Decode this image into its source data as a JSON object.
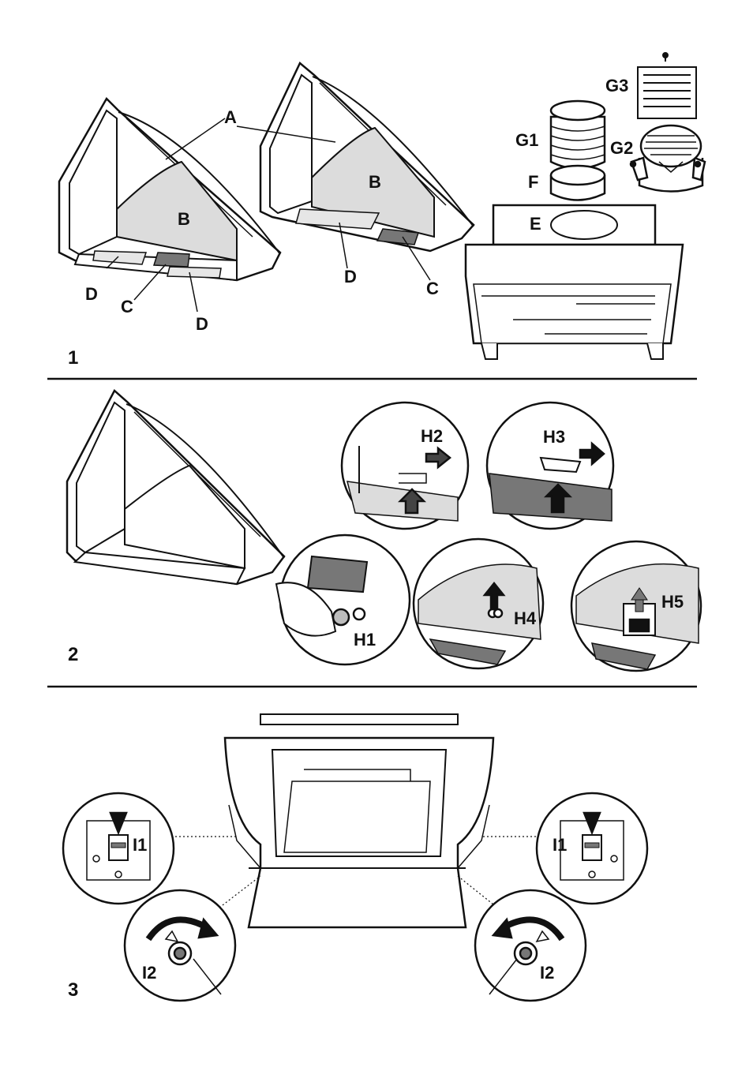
{
  "panels": [
    {
      "number": "1",
      "labels": {
        "A": "A",
        "B": "B",
        "C": "C",
        "D": "D",
        "E": "E",
        "F": "F",
        "G1": "G1",
        "G2": "G2",
        "G3": "G3"
      }
    },
    {
      "number": "2",
      "labels": {
        "H1": "H1",
        "H2": "H2",
        "H3": "H3",
        "H4": "H4",
        "H5": "H5"
      }
    },
    {
      "number": "3",
      "labels": {
        "I1": "I1",
        "I2": "I2"
      }
    }
  ],
  "colors": {
    "line": "#111111",
    "gray_fill": "#dcdcdc",
    "dark_fill": "#777777",
    "mid_fill": "#bdbdbd"
  }
}
